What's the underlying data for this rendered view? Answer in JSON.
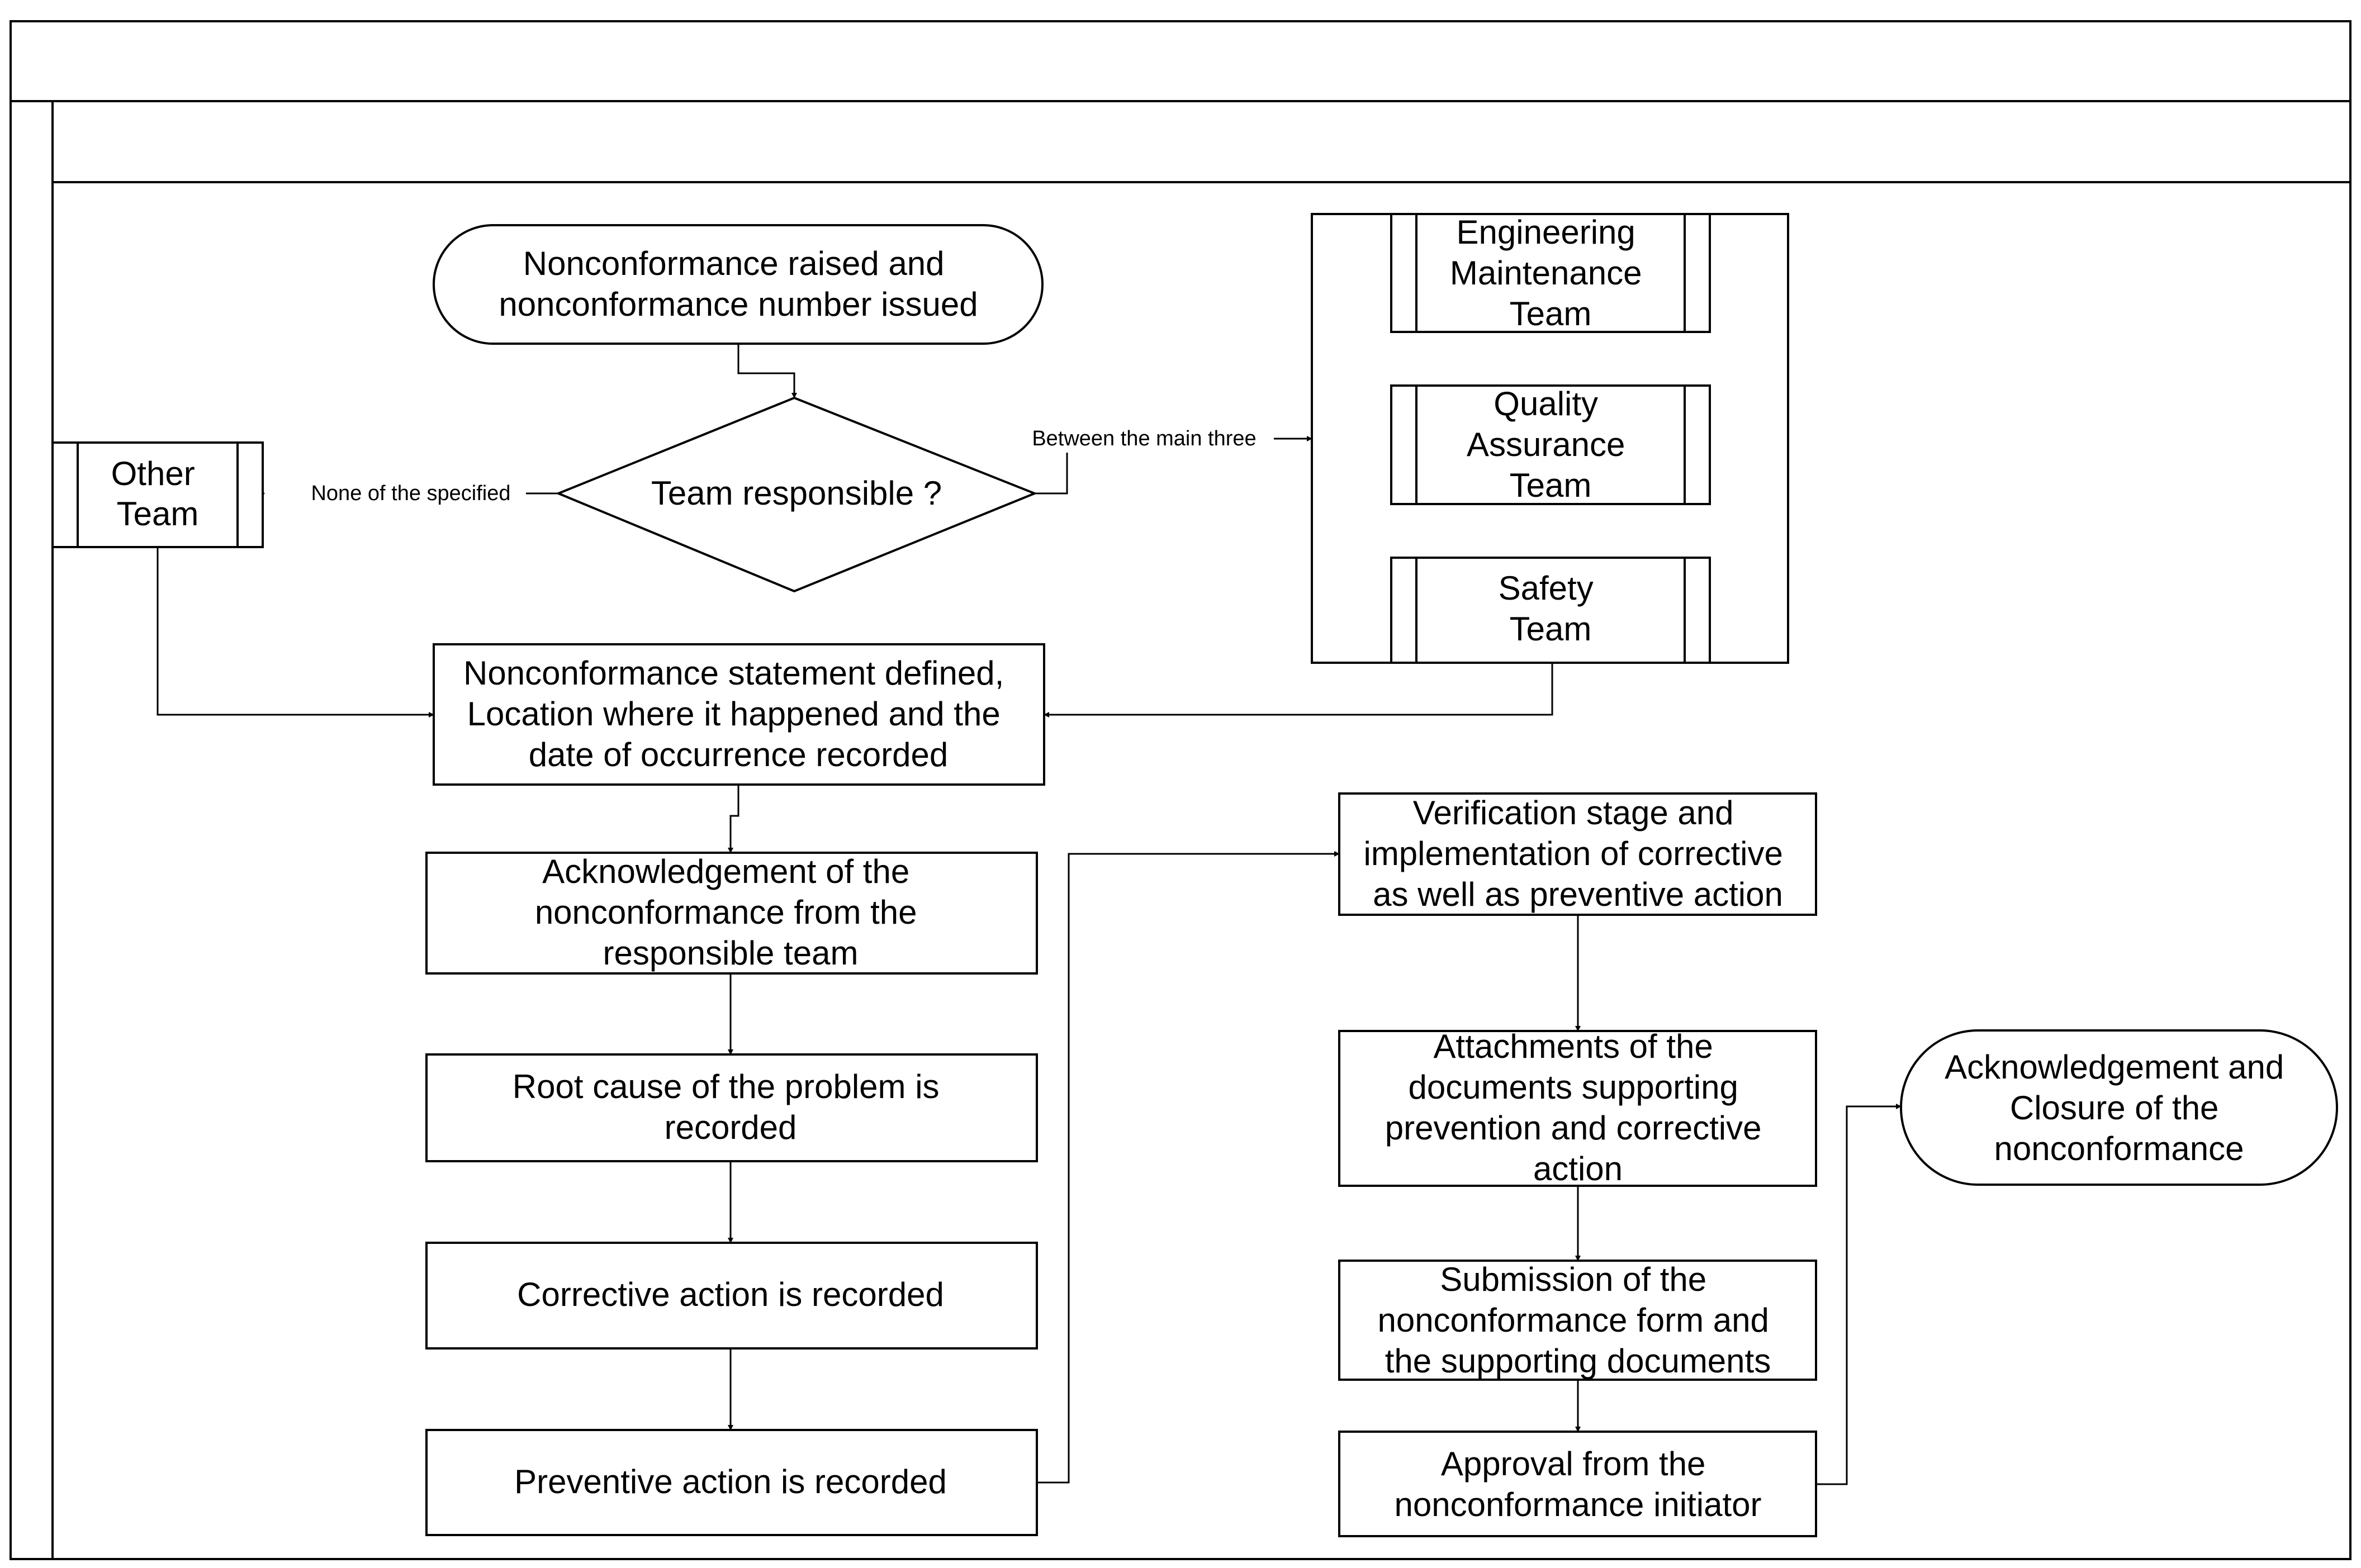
{
  "colors": {
    "stroke": "#000000",
    "background": "#ffffff"
  },
  "diagram": {
    "type": "flowchart",
    "nodes": {
      "start": {
        "lines": [
          "Nonconformance raised and",
          "nonconformance number issued"
        ]
      },
      "decision": {
        "lines": [
          "Team responsible ?"
        ]
      },
      "other_team": {
        "lines": [
          "Other",
          "Team"
        ]
      },
      "engineering_team": {
        "lines": [
          "Engineering",
          "Maintenance",
          "Team"
        ]
      },
      "quality_team": {
        "lines": [
          "Quality",
          "Assurance",
          "Team"
        ]
      },
      "safety_team": {
        "lines": [
          "Safety",
          "Team"
        ]
      },
      "statement": {
        "lines": [
          "Nonconformance statement defined,",
          "Location where it happened and the",
          "date of occurrence recorded"
        ]
      },
      "acknowledgement": {
        "lines": [
          "Acknowledgement of the",
          "nonconformance from the",
          "responsible team"
        ]
      },
      "root_cause": {
        "lines": [
          "Root cause of the problem is",
          "recorded"
        ]
      },
      "corrective": {
        "lines": [
          "Corrective action is recorded"
        ]
      },
      "preventive": {
        "lines": [
          "Preventive action is recorded"
        ]
      },
      "verification": {
        "lines": [
          "Verification stage and",
          "implementation of corrective",
          "as well as preventive action"
        ]
      },
      "attachments": {
        "lines": [
          "Attachments of the",
          "documents supporting",
          "prevention and corrective",
          "action"
        ]
      },
      "submission": {
        "lines": [
          "Submission of the",
          "nonconformance form and",
          "the supporting documents"
        ]
      },
      "approval": {
        "lines": [
          "Approval from the",
          "nonconformance initiator"
        ]
      },
      "closure": {
        "lines": [
          "Acknowledgement and",
          "Closure of the",
          "nonconformance"
        ]
      }
    },
    "edge_labels": {
      "none_specified": "None of the specified",
      "main_three": "Between the main three"
    },
    "edges": [
      {
        "from": "start",
        "to": "decision"
      },
      {
        "from": "decision",
        "to": "other_team",
        "label": "none_specified"
      },
      {
        "from": "decision",
        "to": "engineering_team",
        "label": "main_three"
      },
      {
        "from": "other_team",
        "to": "statement"
      },
      {
        "from": "safety_team",
        "to": "statement"
      },
      {
        "from": "statement",
        "to": "acknowledgement"
      },
      {
        "from": "acknowledgement",
        "to": "root_cause"
      },
      {
        "from": "root_cause",
        "to": "corrective"
      },
      {
        "from": "corrective",
        "to": "preventive"
      },
      {
        "from": "preventive",
        "to": "verification"
      },
      {
        "from": "verification",
        "to": "attachments"
      },
      {
        "from": "attachments",
        "to": "submission"
      },
      {
        "from": "submission",
        "to": "approval"
      },
      {
        "from": "approval",
        "to": "closure"
      }
    ]
  }
}
